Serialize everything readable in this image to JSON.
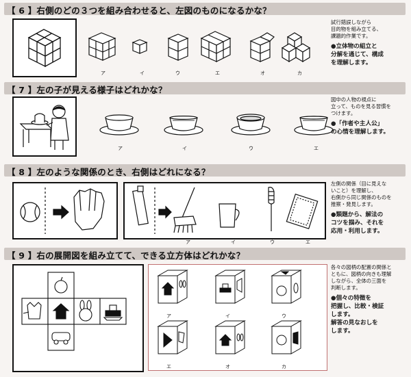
{
  "q6": {
    "title": "【 6 】右側のどの３つを組み合わせると、左図のものになるかな？",
    "options": [
      "ア",
      "イ",
      "ウ",
      "エ",
      "オ",
      "カ"
    ],
    "note_lines": [
      "試行錯誤しながら",
      "目的物を組み立てる、",
      "課題的作業です。"
    ],
    "bullet_lines": [
      "●立体物の組立と",
      "分解を通じて、構成",
      "を理解します。"
    ]
  },
  "q7": {
    "title": "【 7 】左の子が見える様子はどれかな？",
    "options": [
      "ア",
      "イ",
      "ウ",
      "エ"
    ],
    "note_lines": [
      "図中の人物の視点に",
      "立って、ものを見る習慣を",
      "つけます。"
    ],
    "bullet_lines": [
      "●「作者や主人公」",
      "の心情を理解します。"
    ]
  },
  "q8": {
    "title": "【 8 】左のような関係のとき、右側はどれになる？",
    "options": [
      "ア",
      "イ",
      "ウ",
      "エ"
    ],
    "note_lines": [
      "左側の関係（目に見えな",
      "いこと）を理解し、",
      "右側から同じ関係のものを",
      "推察・発見します。"
    ],
    "bullet_lines": [
      "●類題から、解法の",
      "コツを掴み、それを",
      "応用・利用します。"
    ]
  },
  "q9": {
    "title": "【 9 】右の展開図を組み立てて、できる立方体はどれかな？",
    "options": [
      "ア",
      "イ",
      "ウ",
      "エ",
      "オ",
      "カ"
    ],
    "note_lines": [
      "各々の図柄の配置の関係と",
      "ともに、図柄の向きも理解",
      "しながら、全体の三面を",
      "判断します。"
    ],
    "bullet_lines": [
      "●個々の特徴を",
      "把握し、比較・検証",
      "します。",
      "解答の見なおしを",
      "します。"
    ]
  },
  "colors": {
    "band": "#cfc8c4",
    "panel_border": "#c07070",
    "ink": "#111111"
  }
}
